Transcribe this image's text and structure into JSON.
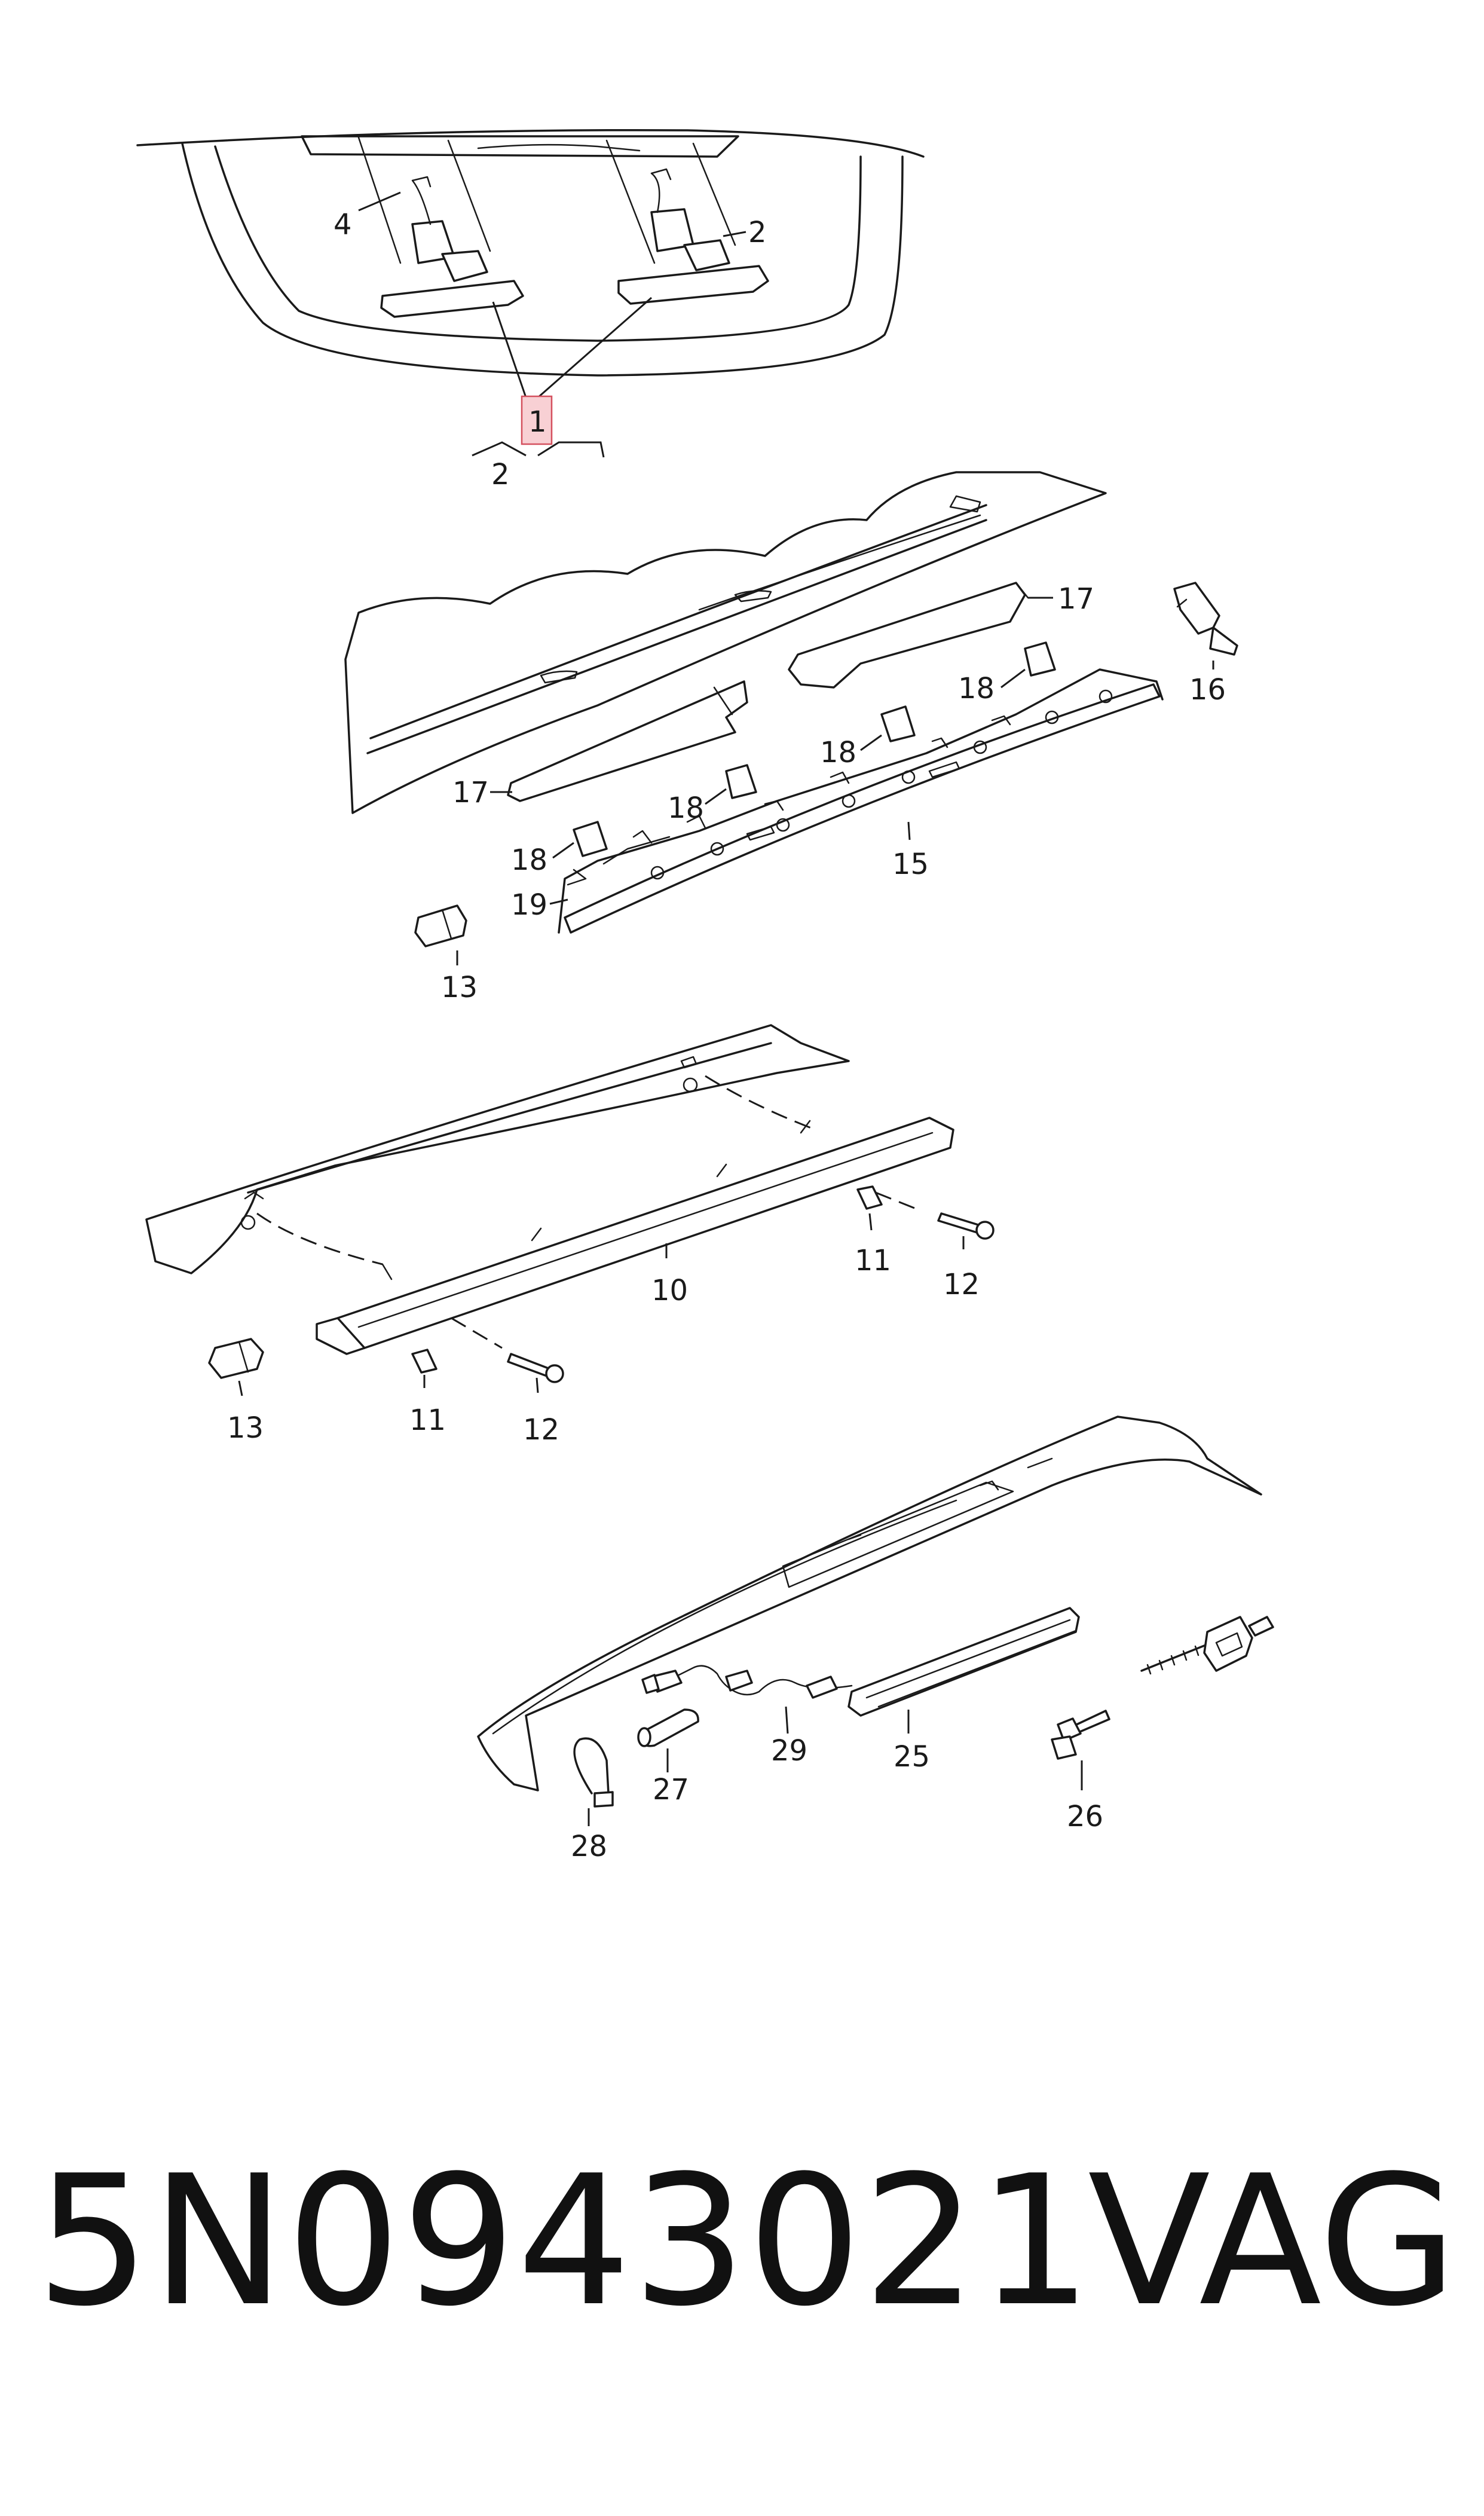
{
  "callouts": {
    "c1": "1",
    "c2a": "2",
    "c2b": "2",
    "c4": "4",
    "c17a": "17",
    "c17b": "17",
    "c16": "16",
    "c18a": "18",
    "c18b": "18",
    "c18c": "18",
    "c18d": "18",
    "c15": "15",
    "c19": "19",
    "c13a": "13",
    "c10": "10",
    "c11a": "11",
    "c12a": "12",
    "c13b": "13",
    "c11b": "11",
    "c12b": "12",
    "c29": "29",
    "c25": "25",
    "c27": "27",
    "c26": "26",
    "c28": "28"
  },
  "part_number": "5N0943021",
  "brand": "VAG",
  "colors": {
    "highlight_fill": "#f8d0d4",
    "highlight_stroke": "#d4505e",
    "line": "#1a1a1a"
  }
}
